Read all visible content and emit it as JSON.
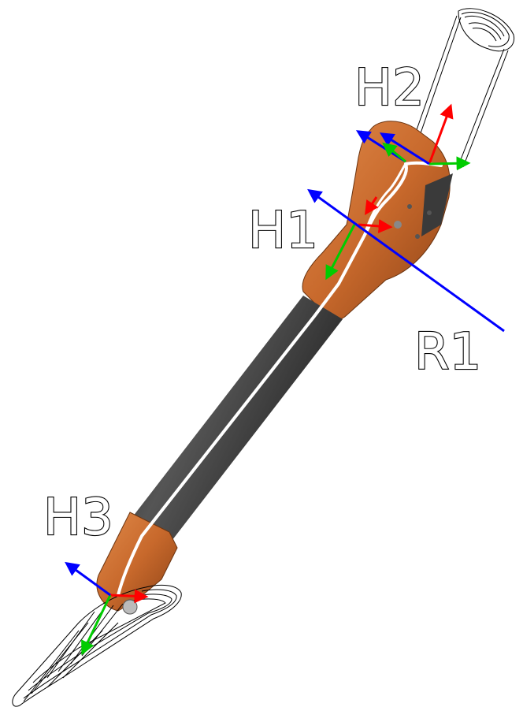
{
  "labels": {
    "h1": "H1",
    "h2": "H2",
    "h3": "H3",
    "r1": "R1"
  },
  "colors": {
    "x_axis": "#ff0000",
    "y_axis": "#00cc00",
    "z_axis": "#0000ff",
    "link_copper": "#c8692c",
    "tube": "#2a2a2a",
    "centerline": "#ffffff",
    "wireframe": "#000000"
  }
}
